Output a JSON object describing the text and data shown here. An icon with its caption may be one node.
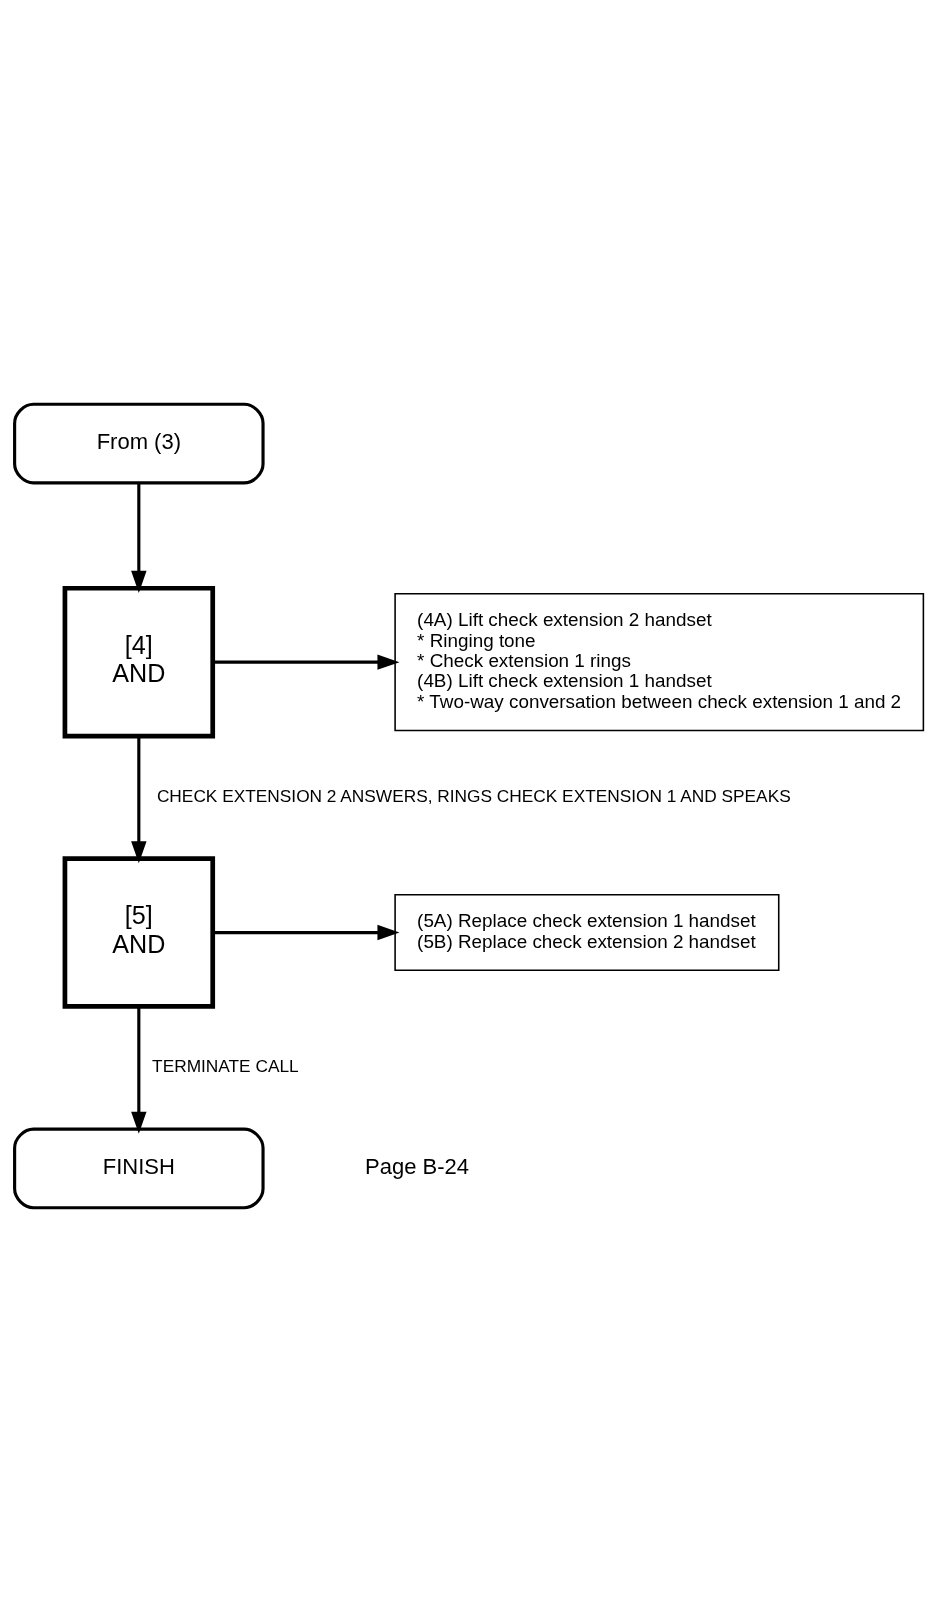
{
  "diagram": {
    "nodes": [
      {
        "text": [
          "From (3)"
        ]
      },
      {
        "text": [
          "[4]",
          "AND"
        ]
      },
      {
        "text": [
          "(4A) Lift check extension 2 handset",
          "* Ringing tone",
          "* Check extension 1 rings",
          "(4B) Lift check extension 1 handset",
          "* Two-way conversation between check extension 1 and 2"
        ]
      },
      {
        "text": [
          "[5]",
          "AND"
        ]
      },
      {
        "text": [
          "(5A) Replace check extension 1 handset",
          "(5B) Replace check extension 2 handset"
        ]
      },
      {
        "text": [
          "FINISH"
        ]
      }
    ],
    "edges": [
      {
        "from": 0,
        "to": 1,
        "arrow": "to"
      },
      {
        "from": 1,
        "to": 2,
        "arrow": "to"
      },
      {
        "from": 1,
        "to": 3,
        "arrow": "to",
        "label": "CHECK EXTENSION 2 ANSWERS, RINGS CHECK EXTENSION 1 AND SPEAKS"
      },
      {
        "from": 3,
        "to": 4,
        "arrow": "to"
      },
      {
        "from": 3,
        "to": 5,
        "arrow": "to",
        "label": "TERMINATE CALL"
      }
    ],
    "labels": [
      "Page B-24"
    ]
  }
}
